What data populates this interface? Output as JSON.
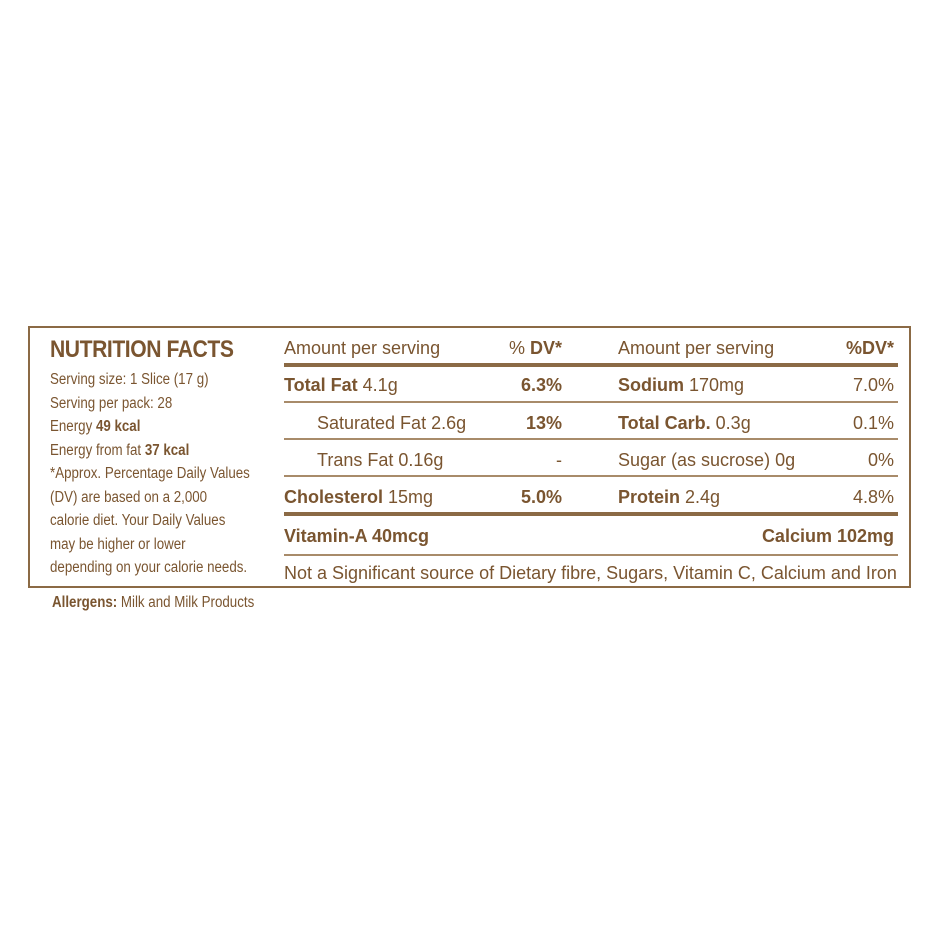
{
  "title": "NUTRITION FACTS",
  "left": {
    "serving_size": "Serving size: 1 Slice (17 g)",
    "servings_per_pack": "Serving per pack: 28",
    "energy_label": "Energy ",
    "energy_value": "49 kcal",
    "energy_fat_label": "Energy from fat ",
    "energy_fat_value": "37 kcal",
    "footnote_lines": [
      "*Approx. Percentage Daily Values",
      "(DV) are based on a 2,000",
      "calorie diet. Your Daily Values",
      "may be higher or lower",
      "depending on your calorie needs."
    ]
  },
  "header": {
    "amount_left": "Amount per serving",
    "dv_left_prefix": "% ",
    "dv_left_bold": "DV*",
    "amount_right": "Amount per serving",
    "dv_right": "%DV*"
  },
  "rows": [
    {
      "left_name": "Total Fat",
      "left_amount": " 4.1g",
      "left_bold": true,
      "left_indent": false,
      "left_dv": "6.3%",
      "left_dv_bold": true,
      "right_name": "Sodium",
      "right_amount": " 170mg",
      "right_bold": true,
      "right_dv": "7.0%"
    },
    {
      "left_name": "Saturated Fat",
      "left_amount": " 2.6g",
      "left_bold": false,
      "left_indent": true,
      "left_dv": "13%",
      "left_dv_bold": true,
      "right_name": "Total Carb.",
      "right_amount": " 0.3g",
      "right_bold": true,
      "right_dv": "0.1%"
    },
    {
      "left_name": "Trans Fat",
      "left_amount": " 0.16g",
      "left_bold": false,
      "left_indent": true,
      "left_dv": "-",
      "left_dv_bold": false,
      "right_name": "Sugar (as sucrose)",
      "right_amount": " 0g",
      "right_bold": false,
      "right_dv": "0%"
    },
    {
      "left_name": "Cholesterol",
      "left_amount": " 15mg",
      "left_bold": true,
      "left_indent": false,
      "left_dv": "5.0%",
      "left_dv_bold": true,
      "right_name": "Protein",
      "right_amount": " 2.4g",
      "right_bold": true,
      "right_dv": "4.8%"
    }
  ],
  "vitamin_a": "Vitamin-A 40mcg",
  "calcium": "Calcium 102mg",
  "not_significant": "Not a Significant source of Dietary fibre, Sugars, Vitamin C, Calcium and Iron",
  "allergens_label": "Allergens:",
  "allergens_value": " Milk and Milk Products",
  "colors": {
    "text": "#7a5530",
    "rule": "#8b6a45"
  }
}
